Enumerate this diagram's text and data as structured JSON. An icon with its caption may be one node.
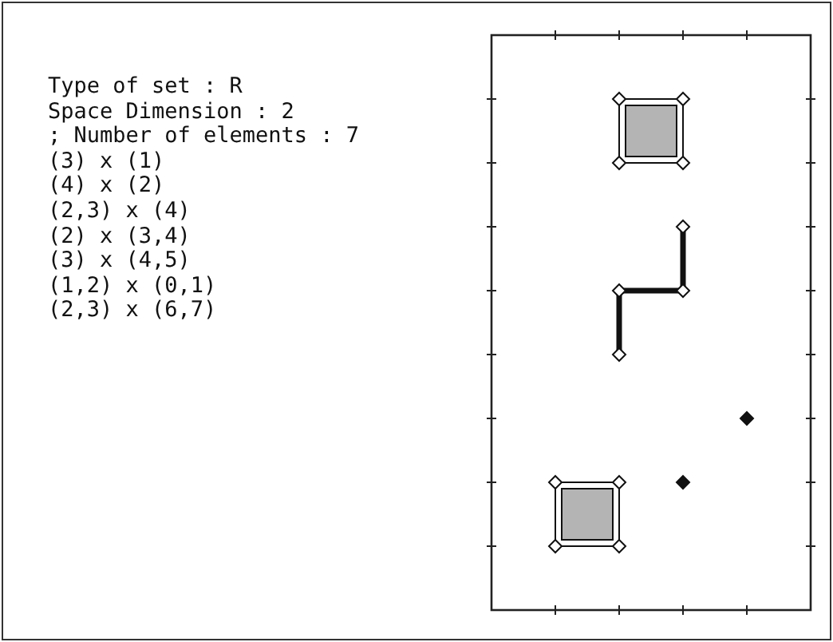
{
  "diagram": {
    "labels": [
      "Type of set : R",
      "Space Dimension : 2",
      "; Number of elements : 7",
      "(3) x (1)",
      "(4) x (2)",
      "(2,3) x (4)",
      "(2) x (3,4)",
      "(3) x (4,5)",
      "(1,2) x (0,1)",
      "(2,3) x (6,7)"
    ]
  }
}
